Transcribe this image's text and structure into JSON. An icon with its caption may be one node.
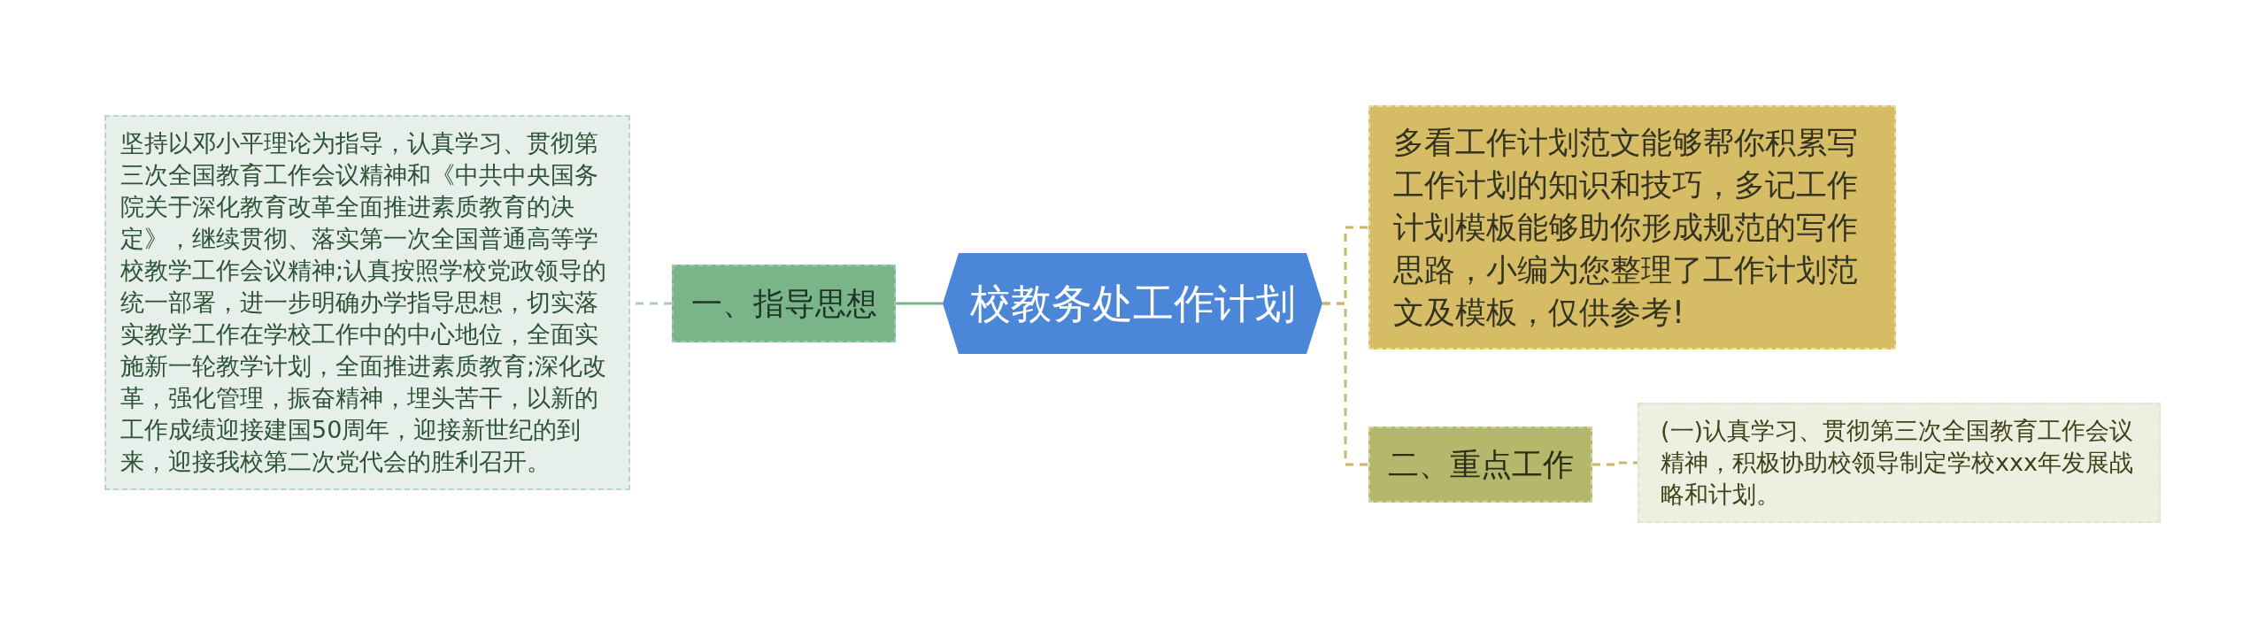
{
  "diagram": {
    "nodes": [
      {
        "text": [
          "坚持以邓小平理论为指导，认真学习、贯彻第三次全国教育工作会议精神和《中共中央国务院关于深化教育改革全面推进素质教育的决定》，继续贯彻、落实第一次全国普通高等学校教学工作会议精神;认真按照学校党政领导的统一部署，进一步明确办学指导思想，切实落实教学工作在学校工作中的中心地位，全面实施新一轮教学计划，全面推进素质教育;深化改革，强化管理，振奋精神，埋头苦干，以新的工作成绩迎接建国50周年，迎接新世纪的到来，迎接我校第二次党代会的胜利召开。"
        ]
      },
      {
        "text": [
          "一、指导思想"
        ]
      },
      {
        "text": [
          "校教务处工作计划"
        ]
      },
      {
        "text": [
          "多看工作计划范文能够帮你积累写工作计划的知识和技巧，多记工作计划模板能够助你形成规范的写作思路，小编为您整理了工作计划范文及模板，仅供参考!"
        ]
      },
      {
        "text": [
          "二、重点工作"
        ]
      },
      {
        "text": [
          "(一)认真学习、贯彻第三次全国教育工作会议精神，积极协助校领导制定学校xxx年发展战略和计划。"
        ]
      }
    ],
    "edges": [
      {
        "from": 2,
        "to": 1,
        "arrow": "none",
        "color": "#7ab58a"
      },
      {
        "from": 1,
        "to": 0,
        "arrow": "none",
        "style": "dashed",
        "color": "#a9ccb4"
      },
      {
        "from": 2,
        "to": 3,
        "arrow": "none",
        "style": "dashed"
      },
      {
        "from": 2,
        "to": 4,
        "arrow": "none",
        "style": "dashed"
      },
      {
        "from": 4,
        "to": 5,
        "arrow": "none",
        "style": "dashed"
      }
    ]
  }
}
